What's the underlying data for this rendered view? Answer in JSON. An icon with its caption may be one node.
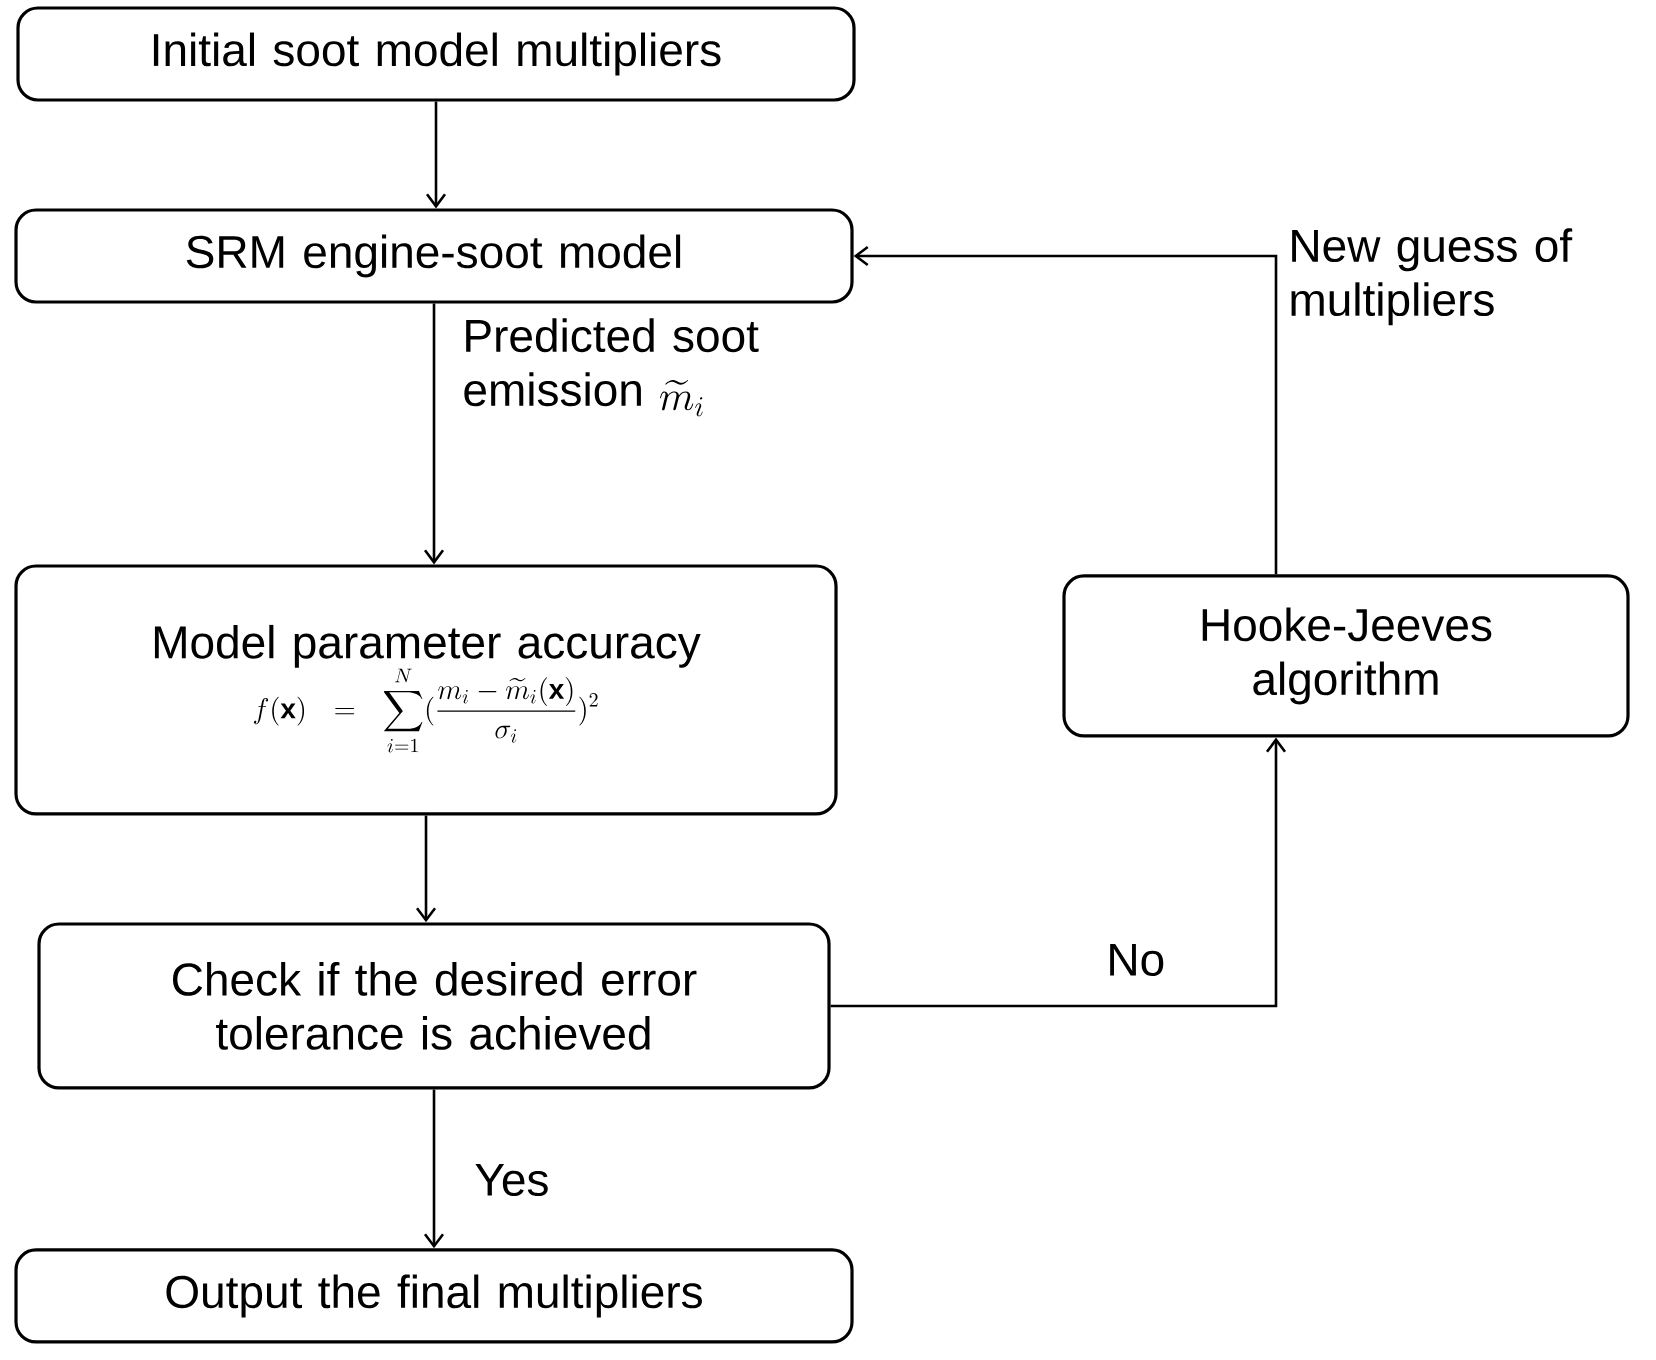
{
  "diagram": {
    "nodes": [
      {
        "text": [
          "Initial soot model multipliers"
        ]
      },
      {
        "text": [
          "SRM engine-soot model"
        ]
      },
      {
        "text": [
          "Model parameter accuracy",
          "f(\\mathbf{x}) = \\sum_{i=1}^{N}(\\frac{m_i - \\widetilde{m}_i(\\mathbf{x})}{\\sigma_i})^2"
        ]
      },
      {
        "text": [
          "Check if the desired error tolerance is achieved"
        ]
      },
      {
        "text": [
          "Output the final multipliers"
        ]
      },
      {
        "text": [
          "Hooke-Jeeves algorithm"
        ]
      }
    ],
    "edges": [
      {
        "from": 0,
        "to": 1,
        "arrow": "to"
      },
      {
        "from": 1,
        "to": 2,
        "arrow": "to",
        "label": "Predicted soot emission"
      },
      {
        "from": 2,
        "to": 3,
        "arrow": "to"
      },
      {
        "from": 3,
        "to": 4,
        "arrow": "to",
        "label": "Yes"
      },
      {
        "from": 3,
        "to": 5,
        "arrow": "to",
        "label": "No"
      },
      {
        "from": 5,
        "to": 1,
        "arrow": "to",
        "label": "New guess of multipliers"
      }
    ],
    "labels": [
      "\\widetilde{m}_i"
    ]
  }
}
